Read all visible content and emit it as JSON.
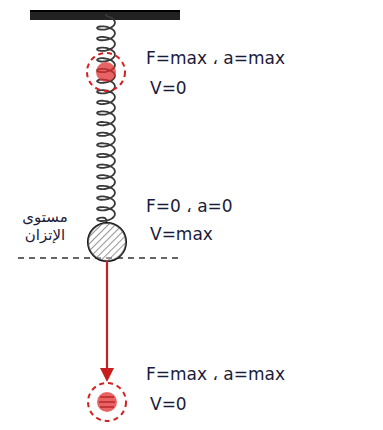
{
  "diagram": {
    "labels": [
      "F=max ، a=max",
      "V=0",
      "مستوى الإتزان",
      "F=0 ، a=0",
      "V=max",
      "F=max ، a=max",
      "V=0"
    ]
  }
}
